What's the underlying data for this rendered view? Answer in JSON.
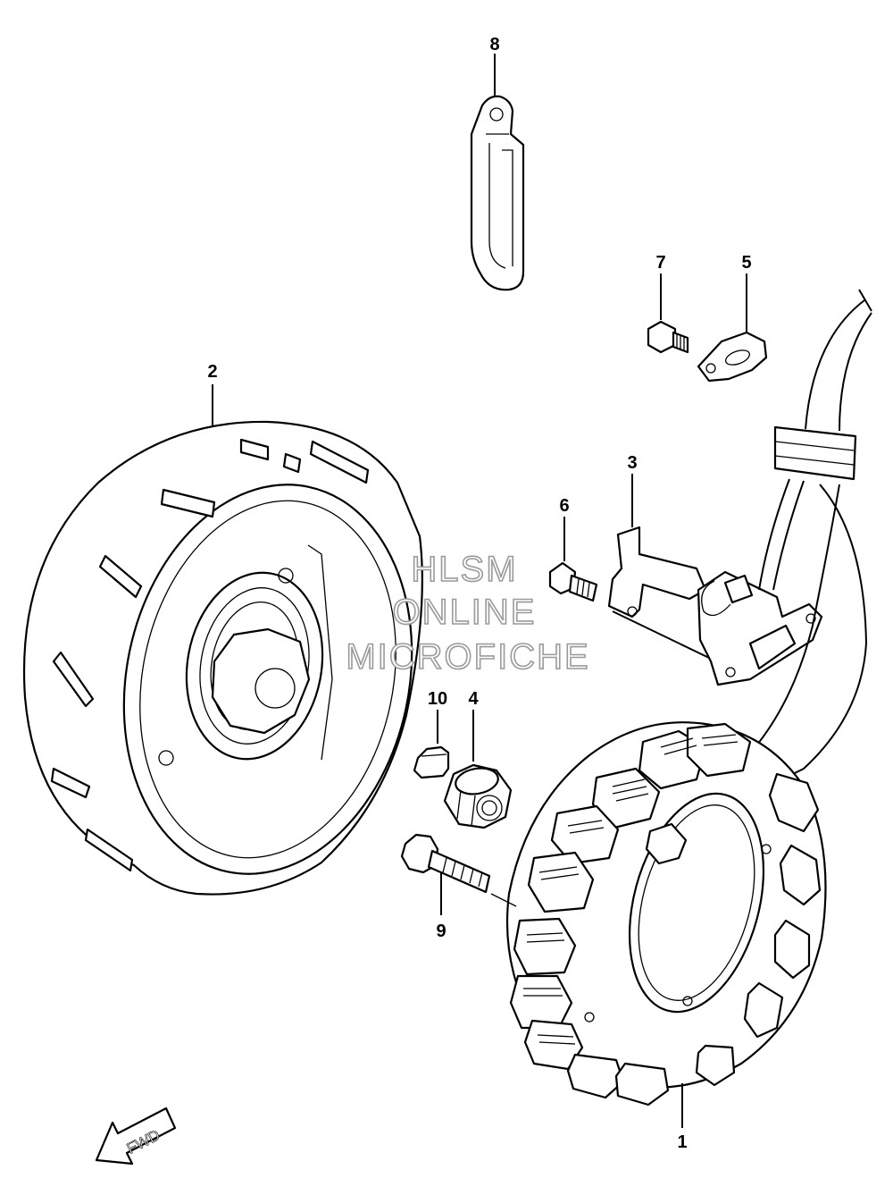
{
  "callouts": {
    "p1": "1",
    "p2": "2",
    "p3": "3",
    "p4": "4",
    "p5": "5",
    "p6": "6",
    "p7": "7",
    "p8": "8",
    "p9": "9",
    "p10": "10"
  },
  "watermark": {
    "line1": "HLSM",
    "line2": "ONLINE",
    "line3": "MICROFICHE"
  },
  "direction": {
    "label": "FWD"
  },
  "colors": {
    "ink": "#000000",
    "paper": "#ffffff",
    "watermark_outline": "#9a9a9a"
  }
}
